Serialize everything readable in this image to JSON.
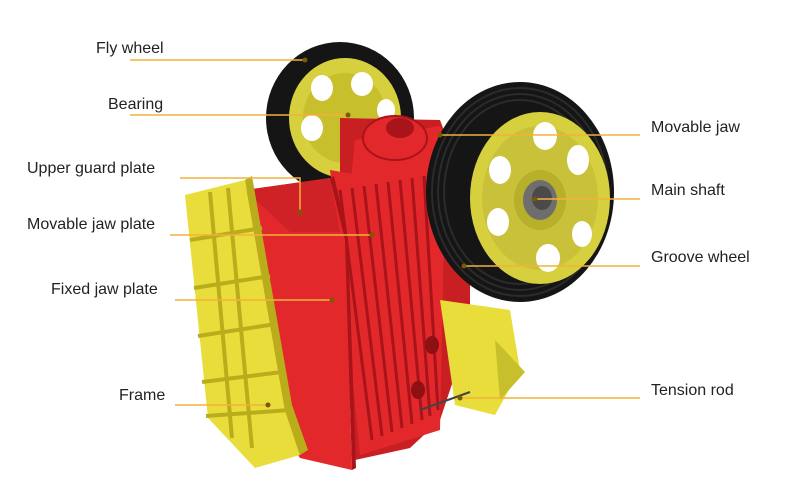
{
  "colors": {
    "frame_yellow": "#e8dd3a",
    "frame_yellow_dark": "#b9ad1c",
    "body_red": "#e3282b",
    "body_red_dark": "#a8141a",
    "tire_black": "#151515",
    "hub_yellow": "#d6cf3e",
    "shaft_grey": "#6e6e6e",
    "leader_line": "#f2b23a",
    "dot": "#7a5a00"
  },
  "labels": {
    "fly_wheel": "Fly wheel",
    "bearing": "Bearing",
    "upper_guard_plate": "Upper guard plate",
    "movable_jaw_plate": "Movable jaw plate",
    "fixed_jaw_plate": "Fixed jaw plate",
    "frame": "Frame",
    "movable_jaw": "Movable jaw",
    "main_shaft": "Main shaft",
    "groove_wheel": "Groove wheel",
    "tension_rod": "Tension rod"
  }
}
